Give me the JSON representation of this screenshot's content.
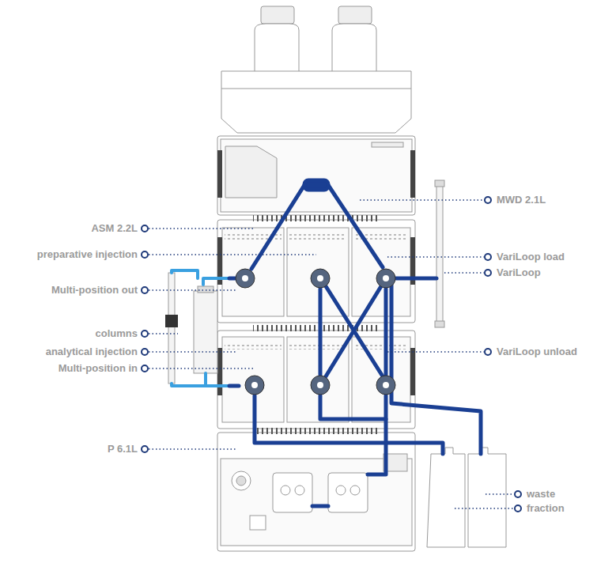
{
  "diagram": {
    "labels": [
      "MWD 2.1L",
      "ASM 2.2L",
      "preparative injection",
      "Multi-position out",
      "columns",
      "analytical injection",
      "Multi-position in",
      "VariLoop load",
      "VariLoop",
      "VariLoop unload",
      "P 6.1L",
      "waste",
      "fraction"
    ]
  }
}
